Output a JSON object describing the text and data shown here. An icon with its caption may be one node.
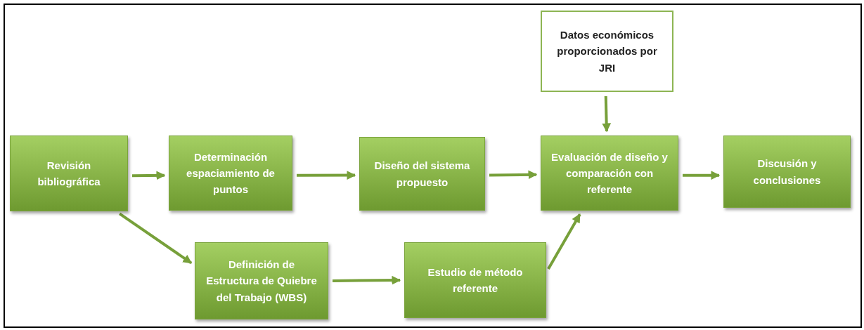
{
  "diagram": {
    "nodes": [
      {
        "text": [
          "Revisión bibliográfica"
        ]
      },
      {
        "text": [
          "Determinación espaciamiento de puntos"
        ]
      },
      {
        "text": [
          "Diseño del sistema propuesto"
        ]
      },
      {
        "text": [
          "Datos económicos proporcionados por JRI"
        ]
      },
      {
        "text": [
          "Evaluación de diseño y comparación con referente"
        ]
      },
      {
        "text": [
          "Discusión y conclusiones"
        ]
      },
      {
        "text": [
          "Definición de Estructura de Quiebre del Trabajo (WBS)"
        ]
      },
      {
        "text": [
          "Estudio de método referente"
        ]
      }
    ],
    "edges": [
      {
        "from": 0,
        "to": 1,
        "arrow": "to"
      },
      {
        "from": 1,
        "to": 2,
        "arrow": "to"
      },
      {
        "from": 2,
        "to": 4,
        "arrow": "to"
      },
      {
        "from": 4,
        "to": 5,
        "arrow": "to"
      },
      {
        "from": 3,
        "to": 4,
        "arrow": "to"
      },
      {
        "from": 0,
        "to": 6,
        "arrow": "to"
      },
      {
        "from": 6,
        "to": 7,
        "arrow": "to"
      },
      {
        "from": 7,
        "to": 4,
        "arrow": "to"
      }
    ]
  }
}
